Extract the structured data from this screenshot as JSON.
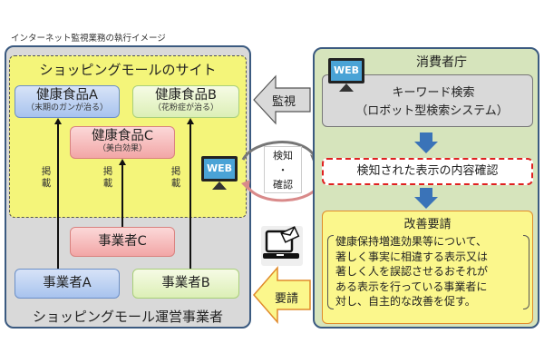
{
  "caption": "インターネット監視業務の執行イメージ",
  "left": {
    "site_title": "ショッピングモールのサイト",
    "products": [
      {
        "name": "健康食品A",
        "claim": "（末期のガンが治る）"
      },
      {
        "name": "健康食品B",
        "claim": "（花粉症が治る）"
      },
      {
        "name": "健康食品C",
        "claim": "（美白効果）"
      }
    ],
    "posted_label": [
      "掲",
      "載"
    ],
    "businesses": [
      "事業者A",
      "事業者B",
      "事業者C"
    ],
    "operator_title": "ショッピングモール運営事業者",
    "web_icon_label": "WEB"
  },
  "middle": {
    "monitor_label": "監視",
    "detect_label": [
      "検知",
      "・",
      "確認"
    ],
    "request_label": "要請"
  },
  "right": {
    "agency_title": "消費者庁",
    "web_icon_label": "WEB",
    "search_line1": "キーワード検索",
    "search_line2": "（ロボット型検索システム）",
    "confirm_label": "検知された表示の内容確認",
    "improve_title": "改善要請",
    "improve_body": [
      "健康保持増進効果等について、",
      "著しく事実に相違する表示又は",
      "著しく人を誤認させるおそれが",
      "ある表示を行っている事業者に",
      "対し、自主的な改善を促す。"
    ]
  },
  "colors": {
    "panel_border": "#3b5a80",
    "site_bg": "#f4f57a",
    "agency_bg": "#d6e4bc",
    "flow_arrow": "#3a73b8",
    "confirm_border": "#e02020",
    "improve_bg": "#fbf78c",
    "request_arrow": "#fbf78c"
  }
}
